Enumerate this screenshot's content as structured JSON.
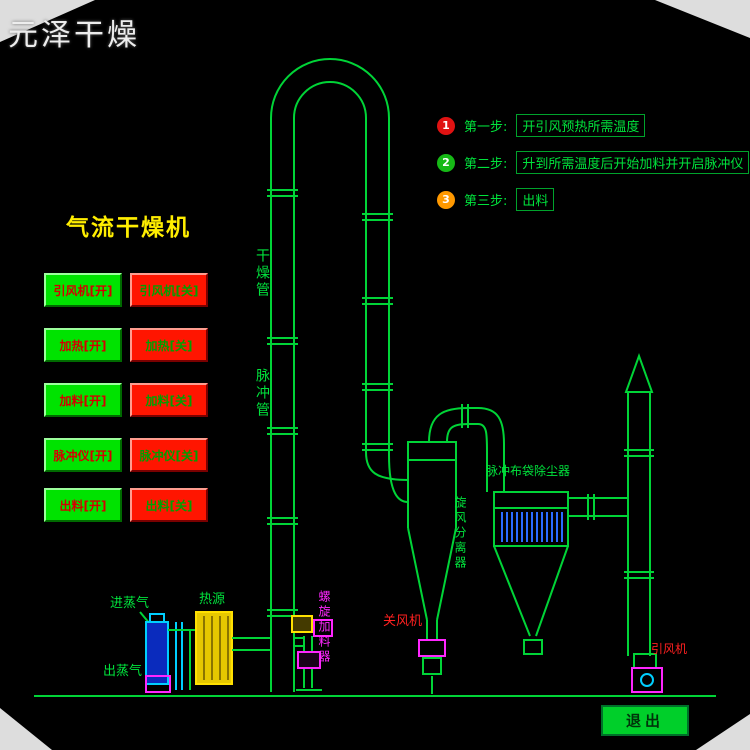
{
  "watermark": "元泽干燥",
  "title": "气流干燥机",
  "buttons": {
    "on": [
      "引风机[开]",
      "加热[开]",
      "加料[开]",
      "脉冲仪[开]",
      "出料[开]"
    ],
    "off": [
      "引风机[关]",
      "加热[关]",
      "加料[关]",
      "脉冲仪[关]",
      "出料[关]"
    ]
  },
  "steps": [
    {
      "num": "1",
      "name": "第一步:",
      "desc": "开引风预热所需温度",
      "color": "#e01212"
    },
    {
      "num": "2",
      "name": "第二步:",
      "desc": "升到所需温度后开始加料并开启脉冲仪",
      "color": "#16b916"
    },
    {
      "num": "3",
      "name": "第三步:",
      "desc": "出料",
      "color": "#ff9900"
    }
  ],
  "diagram_labels": {
    "drying_pipe": "干燥管",
    "pulse_pipe": "脉冲管",
    "steam_in": "进蒸气",
    "heat_source": "热源",
    "steam_out": "出蒸气",
    "screw_feeder": "螺旋加料器",
    "cyclone_separator": "旋风分离器",
    "rotary_valve": "关风机",
    "bag_dust_collector": "脉冲布袋除尘器",
    "induced_draft_fan": "引风机"
  },
  "exit_button": "退出",
  "colors": {
    "pipe_green": "#00d437",
    "label_green": "#00e33c",
    "label_red": "#ff2020",
    "label_magenta": "#ff26ff",
    "title_yellow": "#ffee00",
    "button_on_green": "#00e300",
    "button_off_red": "#ff1500",
    "bag_blue": "#2a6bff",
    "vessel_blue": "#0a2bbd",
    "heater_yellow": "#ffe000"
  }
}
